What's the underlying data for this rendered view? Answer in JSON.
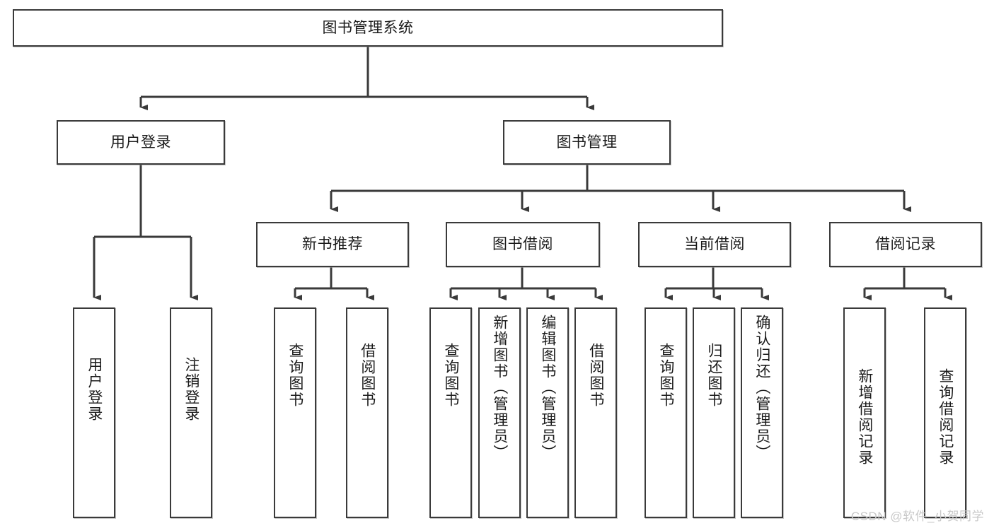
{
  "diagram": {
    "type": "tree",
    "title": "图书管理系统",
    "watermark": "CSDN @软件_小贺同学",
    "colors": {
      "stroke": "#3a3a3a",
      "fill": "#ffffff",
      "text": "#1b1b1b",
      "watermark": "#c8c8c8"
    },
    "root": {
      "label": "图书管理系统"
    },
    "level2": [
      {
        "label": "用户登录"
      },
      {
        "label": "图书管理"
      }
    ],
    "level3": [
      {
        "label": "新书推荐"
      },
      {
        "label": "图书借阅"
      },
      {
        "label": "当前借阅"
      },
      {
        "label": "借阅记录"
      }
    ],
    "leaves": {
      "user_login": [
        {
          "label": "用户登录"
        },
        {
          "label": "注销登录"
        }
      ],
      "new_book_recommend": [
        {
          "label": "查询图书"
        },
        {
          "label": "借阅图书"
        }
      ],
      "book_borrow": [
        {
          "label": "查询图书"
        },
        {
          "label": "新增图书（管理员）"
        },
        {
          "label": "编辑图书（管理员）"
        },
        {
          "label": "借阅图书"
        }
      ],
      "current_borrow": [
        {
          "label": "查询图书"
        },
        {
          "label": "归还图书"
        },
        {
          "label": "确认归还（管理员）"
        }
      ],
      "borrow_record": [
        {
          "label": "新增借阅记录"
        },
        {
          "label": "查询借阅记录"
        }
      ]
    }
  }
}
